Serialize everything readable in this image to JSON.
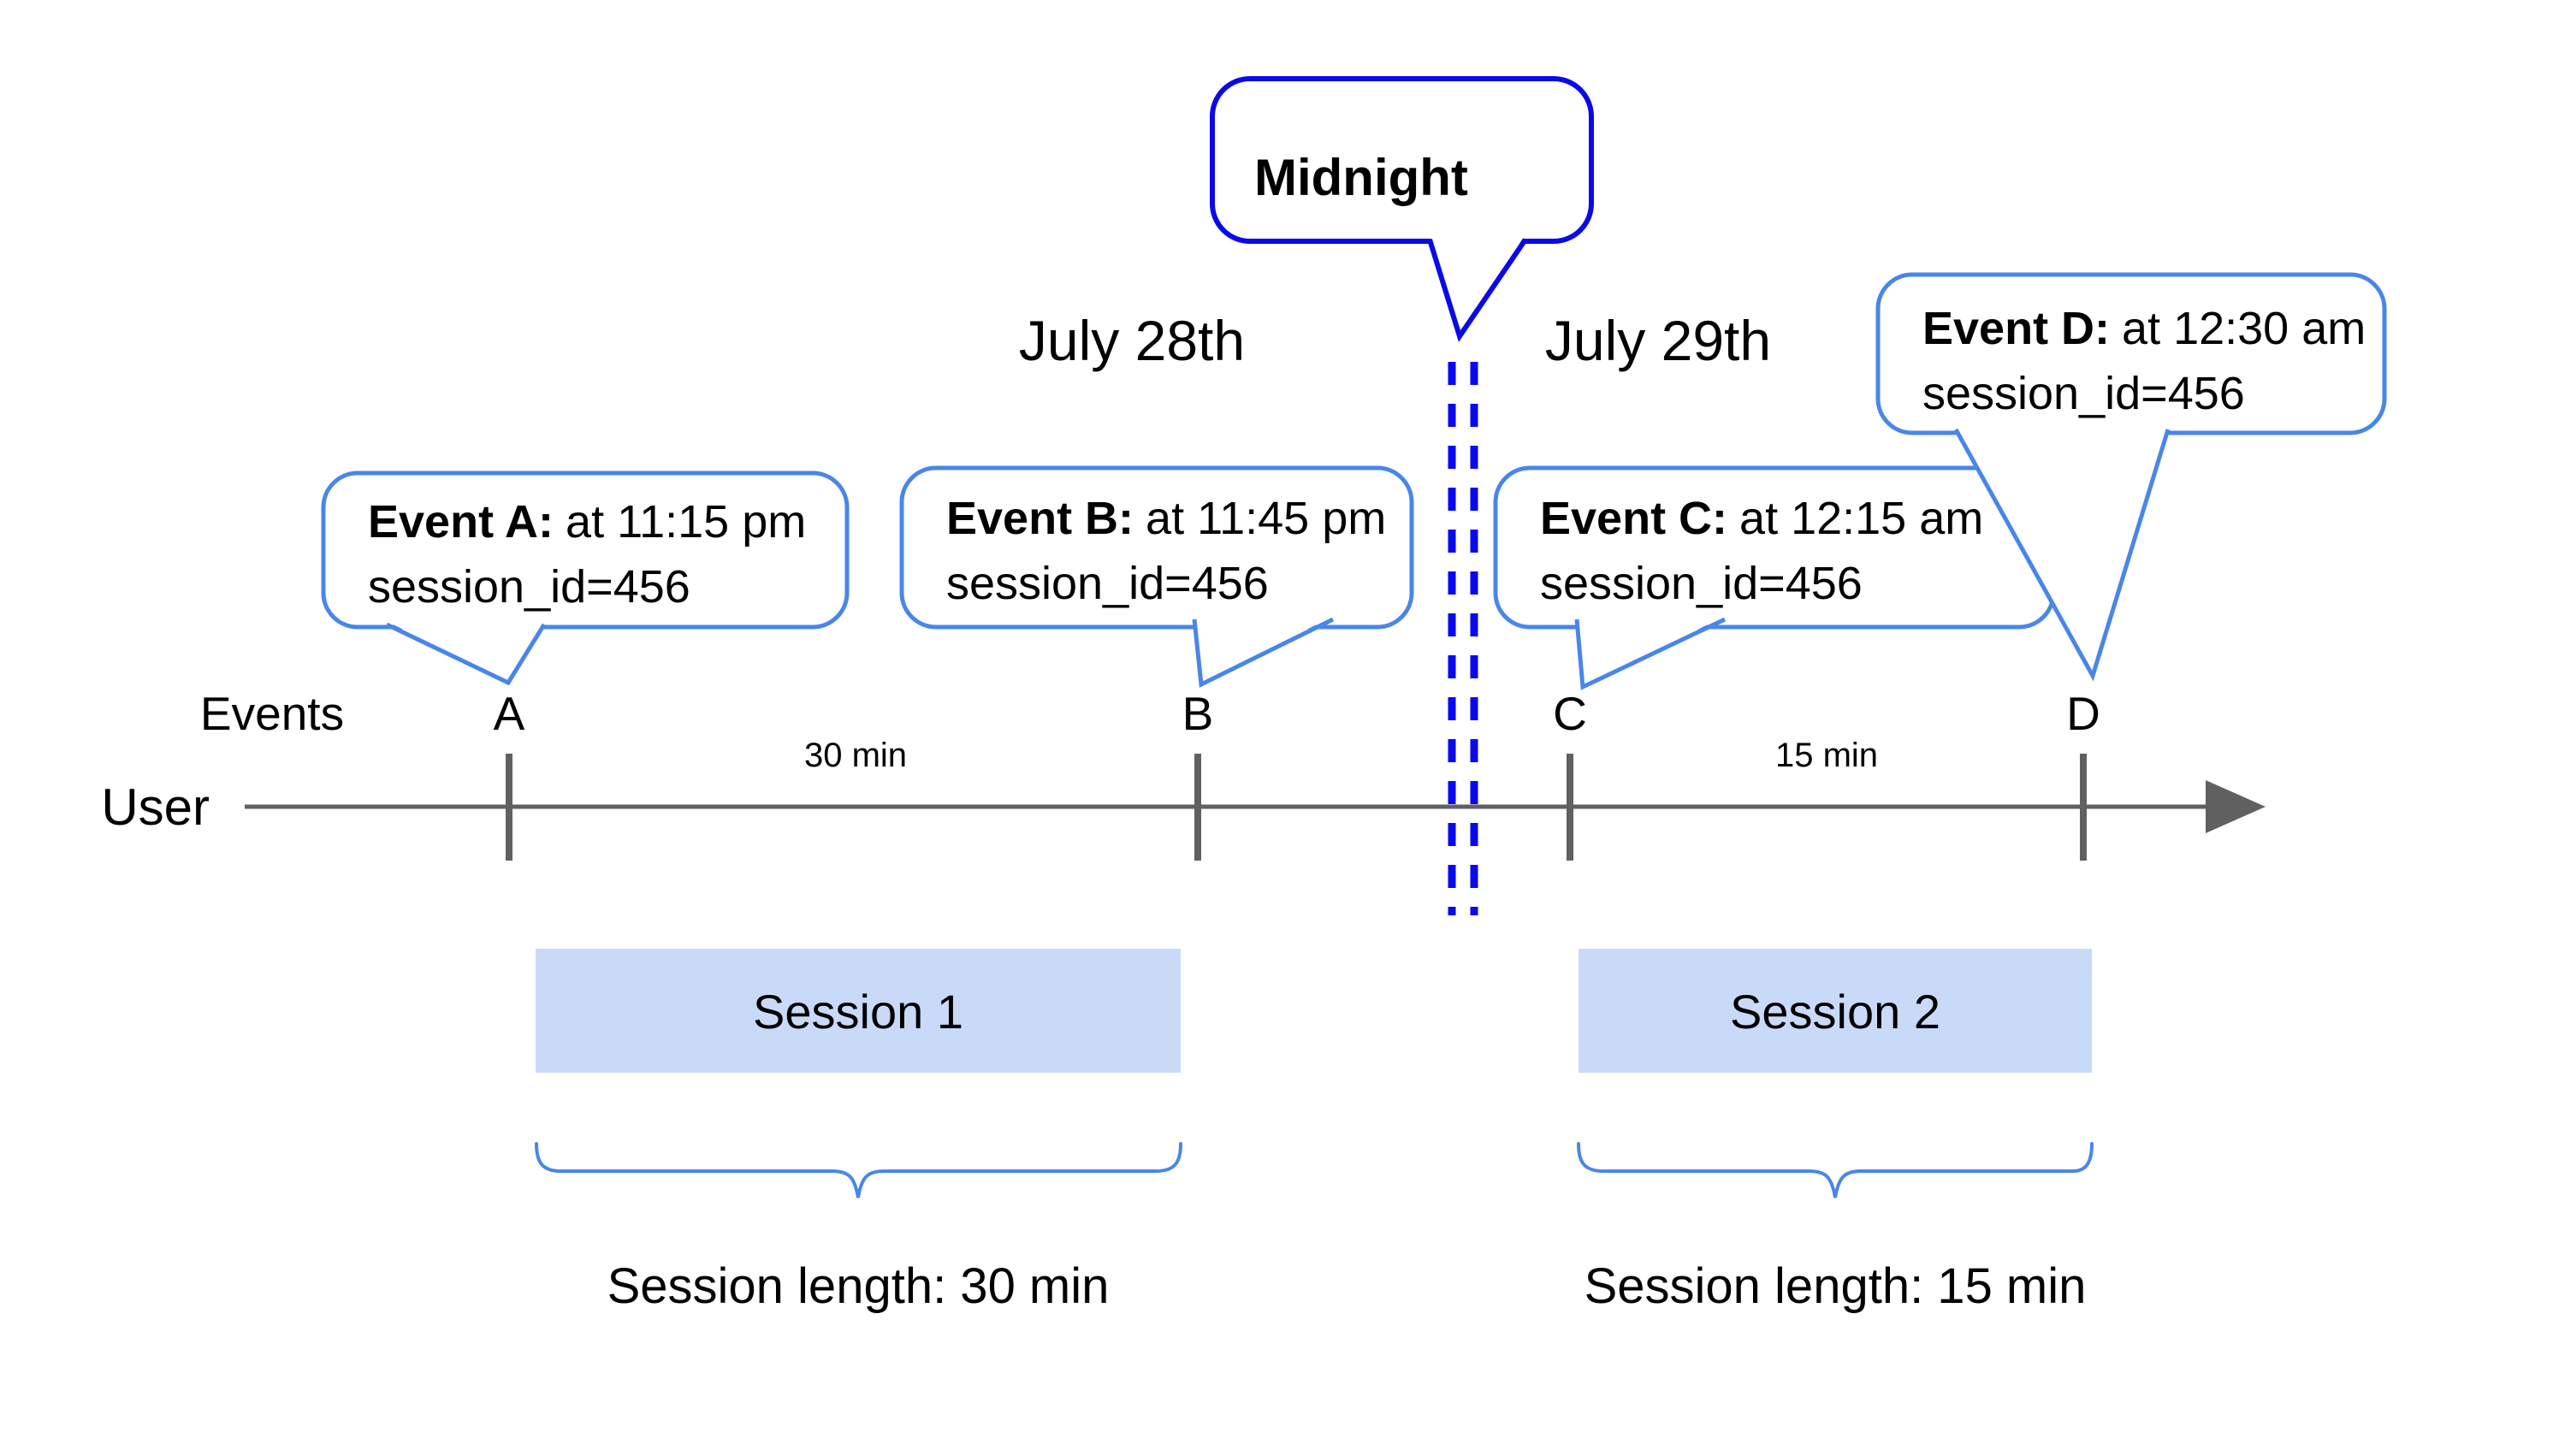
{
  "colors": {
    "callout_border": "#4a86e8",
    "midnight_border": "#0a0ae8",
    "midnight_dash": "#0909f0",
    "timeline": "#606060",
    "session_fill": "#c9daf8",
    "brace": "#4a86e8",
    "text": "#000000",
    "background": "#ffffff"
  },
  "dates": {
    "left": "July 28th",
    "right": "July 29th"
  },
  "midnight": {
    "label": "Midnight"
  },
  "axis": {
    "events_label": "Events",
    "user_label": "User"
  },
  "ticks": [
    {
      "label": "A"
    },
    {
      "label": "B"
    },
    {
      "label": "C"
    },
    {
      "label": "D"
    }
  ],
  "intervals": [
    {
      "label": "30 min"
    },
    {
      "label": "15 min"
    }
  ],
  "callouts": [
    {
      "title": "Event A:",
      "time": "at 11:15 pm",
      "session": "session_id=456"
    },
    {
      "title": "Event B:",
      "time": "at 11:45 pm",
      "session": "session_id=456"
    },
    {
      "title": "Event C:",
      "time": "at 12:15 am",
      "session": "session_id=456"
    },
    {
      "title": "Event D:",
      "time": "at 12:30 am",
      "session": "session_id=456"
    }
  ],
  "sessions": [
    {
      "label": "Session 1",
      "length": "Session length: 30 min"
    },
    {
      "label": "Session 2",
      "length": "Session length: 15 min"
    }
  ]
}
